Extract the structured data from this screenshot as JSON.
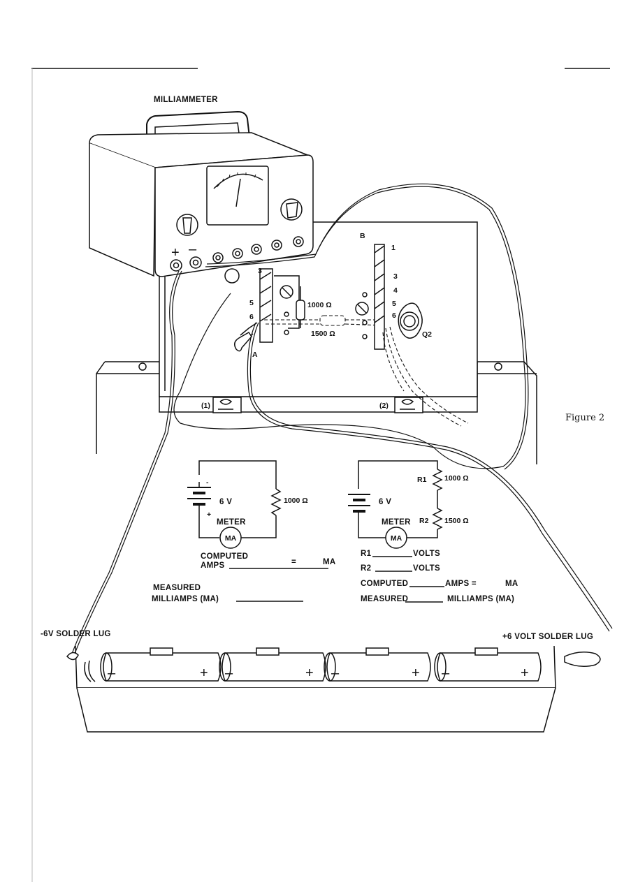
{
  "labels": {
    "milliammeter": "MILLIAMMETER",
    "figure": "Figure 2",
    "plus": "+",
    "minus": "–",
    "terminal_a": "A",
    "terminal_b": "B",
    "lug_a": [
      "3",
      "5",
      "6"
    ],
    "lug_b": [
      "1",
      "3",
      "4",
      "5",
      "6"
    ],
    "res_1000": "1000 Ω",
    "res_1500": "1500 Ω",
    "transistor": "Q2",
    "clip1": "(1)",
    "clip2": "(2)",
    "neg_lug": "-6V  SOLDER LUG",
    "pos_lug": "+6 VOLT SOLDER LUG"
  },
  "circuit1": {
    "battery_minus": "-",
    "battery_plus": "+",
    "battery": "6 V",
    "resistor": "1000 Ω",
    "meter": "METER",
    "meter_symbol": "MA",
    "computed_line1": "COMPUTED",
    "computed_line2": "AMPS",
    "equals": "=",
    "unit_ma": "MA",
    "measured_line1": "MEASURED",
    "measured_line2": "MILLIAMPS (MA)"
  },
  "circuit2": {
    "battery": "6 V",
    "r1": "R1",
    "r1_value": "1000 Ω",
    "r2": "R2",
    "r2_value": "1500 Ω",
    "meter": "METER",
    "meter_symbol": "MA",
    "r1_volts_label": "R1",
    "r1_volts_unit": "VOLTS",
    "r2_volts_label": "R2",
    "r2_volts_unit": "VOLTS",
    "computed": "COMPUTED",
    "amps": "AMPS =",
    "unit_ma": "MA",
    "measured": "MEASURED",
    "milliamps": "MILLIAMPS (MA)"
  },
  "battery_cells": [
    {
      "minus": "–",
      "plus": "+"
    },
    {
      "minus": "–",
      "plus": "+"
    },
    {
      "minus": "–",
      "plus": "+"
    },
    {
      "minus": "–",
      "plus": "+"
    }
  ]
}
